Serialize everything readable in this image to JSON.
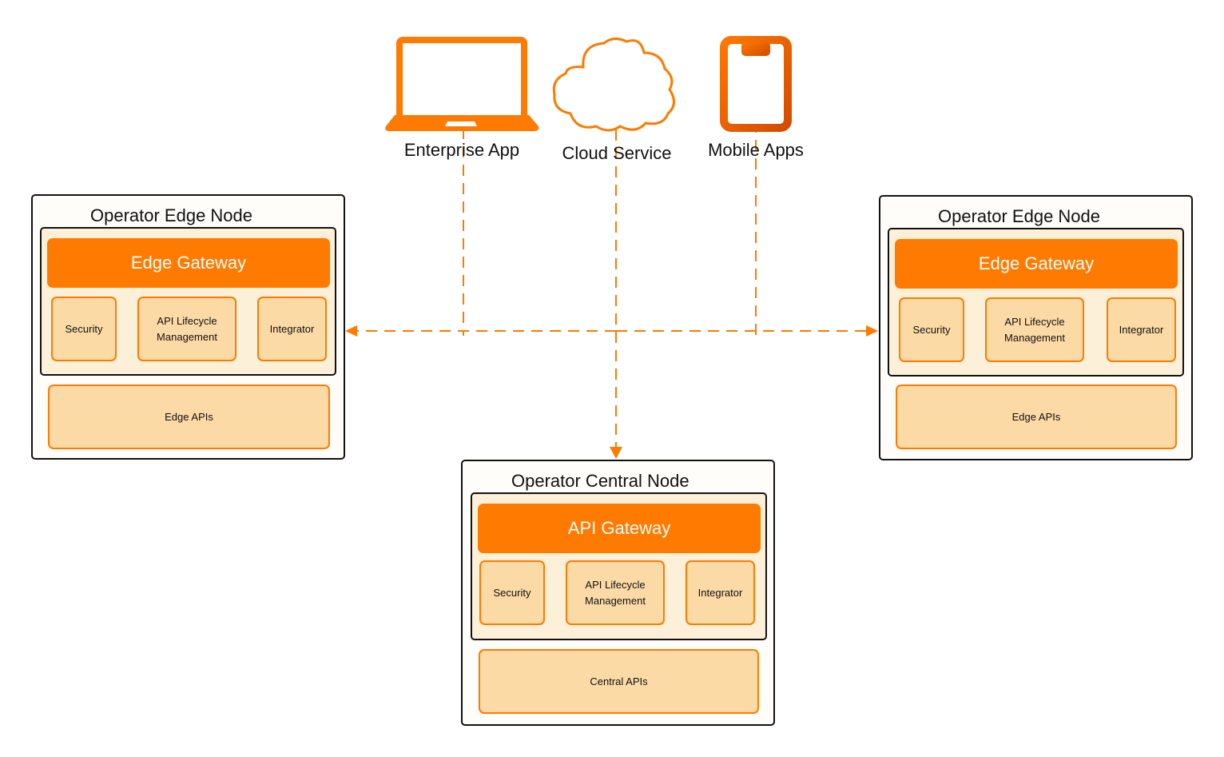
{
  "colors": {
    "accent": "#ff7a00",
    "component_fill": "#fcdaa6",
    "gateway_container_fill": "#fdf0d8",
    "border": "#111111"
  },
  "clients": [
    {
      "id": "enterprise",
      "icon": "laptop-icon",
      "label": "Enterprise App"
    },
    {
      "id": "cloud",
      "icon": "cloud-icon",
      "label": "Cloud Service"
    },
    {
      "id": "mobile",
      "icon": "smartphone-icon",
      "label": "Mobile Apps"
    }
  ],
  "nodes": {
    "edge_left": {
      "title": "Operator Edge Node",
      "gateway": "Edge Gateway",
      "components": [
        "Security",
        "API Lifecycle Management",
        "Integrator"
      ],
      "apis": "Edge APIs"
    },
    "edge_right": {
      "title": "Operator Edge Node",
      "gateway": "Edge Gateway",
      "components": [
        "Security",
        "API Lifecycle Management",
        "Integrator"
      ],
      "apis": "Edge APIs"
    },
    "central": {
      "title": "Operator Central Node",
      "gateway": "API Gateway",
      "components": [
        "Security",
        "API Lifecycle Management",
        "Integrator"
      ],
      "apis": "Central APIs"
    }
  },
  "connections": [
    {
      "from": "enterprise",
      "to": "bus",
      "style": "dashed"
    },
    {
      "from": "mobile",
      "to": "bus",
      "style": "dashed"
    },
    {
      "from": "bus",
      "to": "edge_left",
      "style": "dashed-arrow"
    },
    {
      "from": "bus",
      "to": "edge_right",
      "style": "dashed-arrow"
    },
    {
      "from": "cloud",
      "to": "central",
      "style": "dashed-arrow"
    }
  ]
}
